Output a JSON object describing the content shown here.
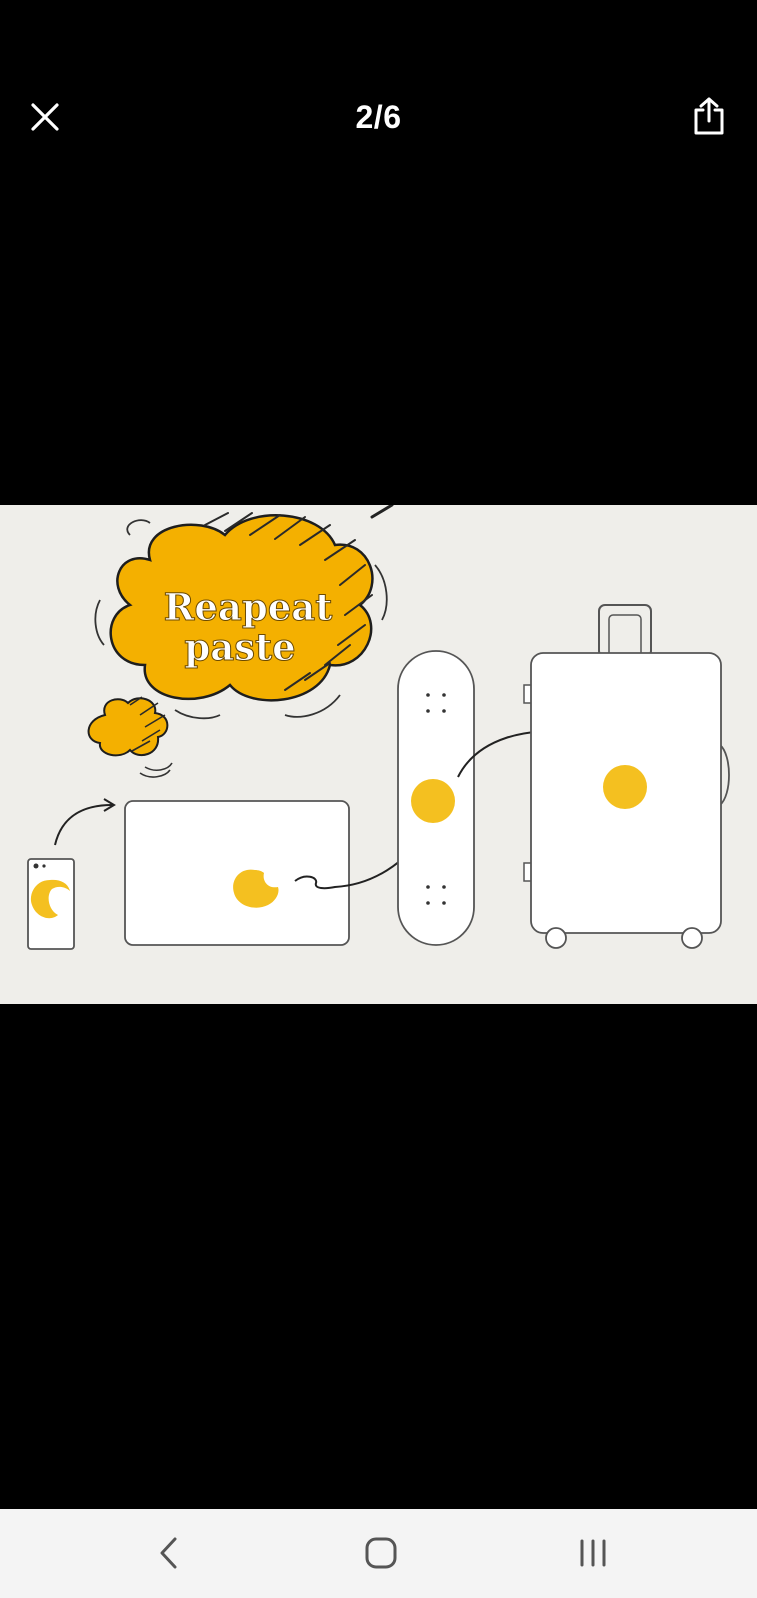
{
  "viewer": {
    "counter": "2/6",
    "close_icon": "close-icon",
    "share_icon": "share-icon"
  },
  "image": {
    "sticker_text_line1": "Reapeat",
    "sticker_text_line2": "paste",
    "accent_color": "#f4b400",
    "background_color": "#efeeea"
  },
  "navigation": {
    "back_icon": "back-chevron-icon",
    "home_icon": "home-icon",
    "recents_icon": "recent-apps-icon"
  }
}
